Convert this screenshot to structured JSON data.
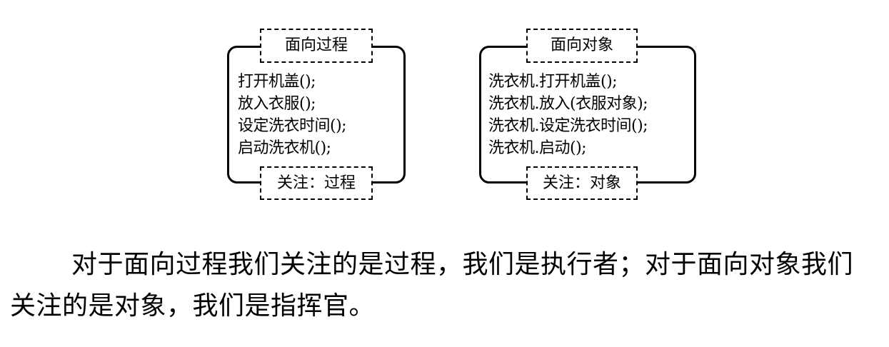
{
  "procedural": {
    "title": "面向过程",
    "lines": [
      "打开机盖();",
      "放入衣服();",
      "设定洗衣时间();",
      "启动洗衣机();"
    ],
    "focus": "关注：过程"
  },
  "object_oriented": {
    "title": "面向对象",
    "lines": [
      "洗衣机.打开机盖();",
      "洗衣机.放入(衣服对象);",
      "洗衣机.设定洗衣时间();",
      "洗衣机.启动();"
    ],
    "focus": "关注：对象"
  },
  "summary": "对于面向过程我们关注的是过程，我们是执行者；对于面向对象我们关注的是对象，我们是指挥官。"
}
